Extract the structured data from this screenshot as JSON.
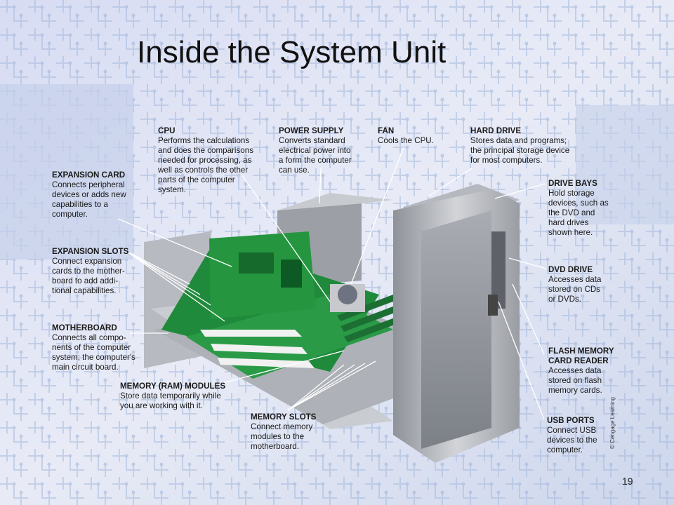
{
  "title": "Inside the System Unit",
  "page_number": "19",
  "credit": "© Cengage Learning",
  "labels": {
    "cpu": {
      "heading": "CPU",
      "text": "Performs the calculations\nand does the comparisons\nneeded for processing, as\nwell as controls the other\nparts of the computer\nsystem."
    },
    "power_supply": {
      "heading": "POWER SUPPLY",
      "text": "Converts standard\nelectrical power into\na form the computer\ncan use."
    },
    "fan": {
      "heading": "FAN",
      "text": "Cools the CPU."
    },
    "hard_drive": {
      "heading": "HARD DRIVE",
      "text": "Stores data and programs;\nthe principal storage device\nfor most computers."
    },
    "expansion_card": {
      "heading": "EXPANSION CARD",
      "text": "Connects peripheral\ndevices or adds new\ncapabilities to a\ncomputer."
    },
    "drive_bays": {
      "heading": "DRIVE BAYS",
      "text": "Hold storage\ndevices, such as\nthe DVD and\nhard drives\nshown here."
    },
    "expansion_slots": {
      "heading": "EXPANSION SLOTS",
      "text": "Connect expansion\ncards to the mother-\nboard to add addi-\ntional capabilities."
    },
    "dvd_drive": {
      "heading": "DVD DRIVE",
      "text": "Accesses data\nstored on CDs\nor DVDs."
    },
    "motherboard": {
      "heading": "MOTHERBOARD",
      "text": "Connects all compo-\nnents of the computer\nsystem; the computer's\nmain circuit board."
    },
    "flash_reader": {
      "heading": "FLASH MEMORY\nCARD READER",
      "text": "Accesses data\nstored on flash\nmemory cards."
    },
    "memory_modules": {
      "heading": "MEMORY (RAM) MODULES",
      "text": "Store data temporarily while\nyou are working with it."
    },
    "memory_slots": {
      "heading": "MEMORY SLOTS",
      "text": "Connect memory\nmodules to the\nmotherboard."
    },
    "usb_ports": {
      "heading": "USB PORTS",
      "text": "Connect USB\ndevices to the\ncomputer."
    }
  },
  "colors": {
    "background": "#dfe4f4",
    "circuit": "#9fb6da",
    "board": "#1f8a3b",
    "case": "#b9bcc2",
    "text": "#111111"
  }
}
